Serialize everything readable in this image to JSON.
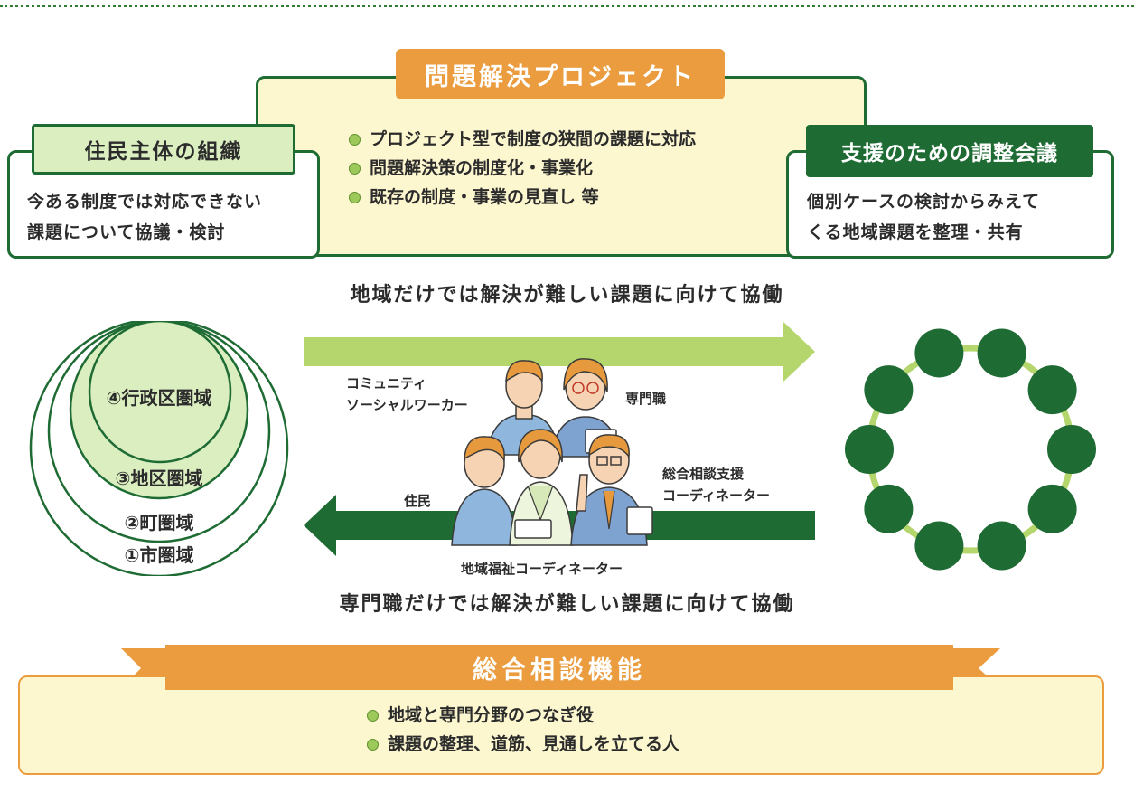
{
  "project": {
    "title": "問題解決プロジェクト",
    "items": [
      "プロジェクト型で制度の狭間の課題に対応",
      "問題解決策の制度化・事業化",
      "既存の制度・事業の見直し 等"
    ]
  },
  "left": {
    "title": "住民主体の組織",
    "lines": [
      "今ある制度では対応できない",
      "課題について協議・検討"
    ]
  },
  "right": {
    "title": "支援のための調整会議",
    "lines": [
      "個別ケースの検討からみえて",
      "くる地域課題を整理・共有"
    ]
  },
  "caption_top": "地域だけでは解決が難しい課題に向けて協働",
  "caption_bottom": "専門職だけでは解決が難しい課題に向けて協働",
  "areas": [
    "④行政区圏域",
    "③地区圏域",
    "②町圏域",
    "①市圏域"
  ],
  "roles": {
    "community_sw": [
      "コミュニティ",
      "ソーシャルワーカー"
    ],
    "specialist": "専門職",
    "resident": "住民",
    "consult_coord": [
      "総合相談支援",
      "コーディネーター"
    ],
    "welfare_coord": "地域福祉コーディネーター"
  },
  "function": {
    "title": "総合相談機能",
    "items": [
      "地域と専門分野のつなぎ役",
      "課題の整理、道筋、見通しを立てる人"
    ]
  },
  "colors": {
    "dark_green": "#1e6b33",
    "light_green": "#b5d56d",
    "pale_green": "#dbeec0",
    "orange": "#ea9c3e",
    "cream": "#fdf7cf"
  }
}
